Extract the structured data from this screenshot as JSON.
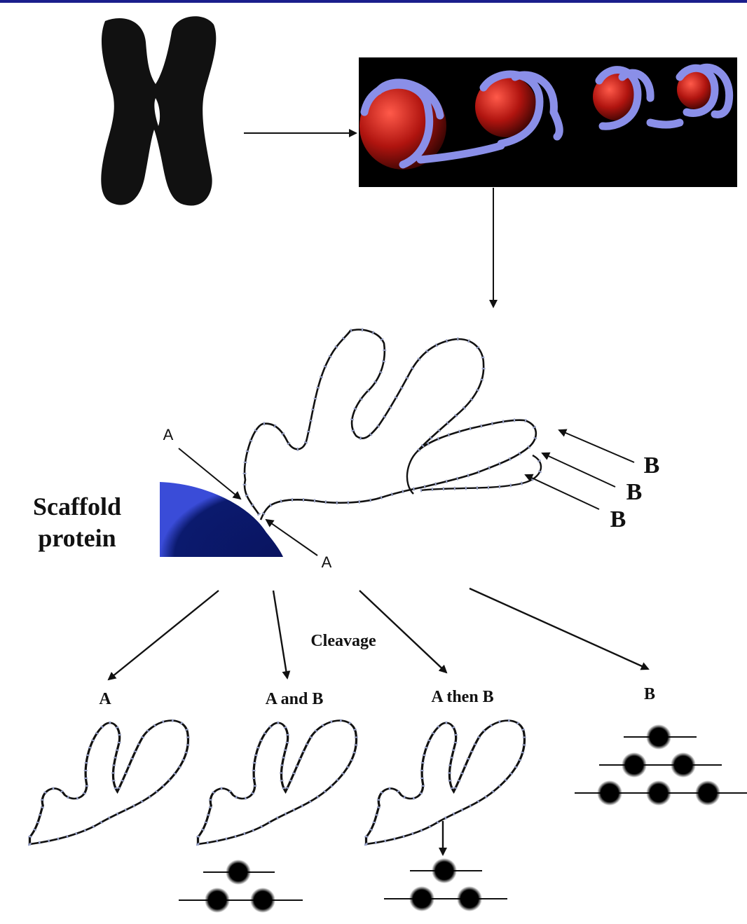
{
  "colors": {
    "top_bar": "#1a1e8c",
    "scaffold": "#0b1a6e",
    "nucleosome_core": "#b0140f",
    "dna_coil": "#8a8fe8",
    "chromosome": "#111111"
  },
  "labels": {
    "scaffold_line1": "Scaffold",
    "scaffold_line2": "protein",
    "site_a_top": "A",
    "site_a_bottom": "A",
    "site_b_1": "B",
    "site_b_2": "B",
    "site_b_3": "B",
    "cleavage": "Cleavage"
  },
  "outcomes": [
    {
      "label": "A"
    },
    {
      "label": "A and B"
    },
    {
      "label": "A then B"
    },
    {
      "label": "B"
    }
  ]
}
